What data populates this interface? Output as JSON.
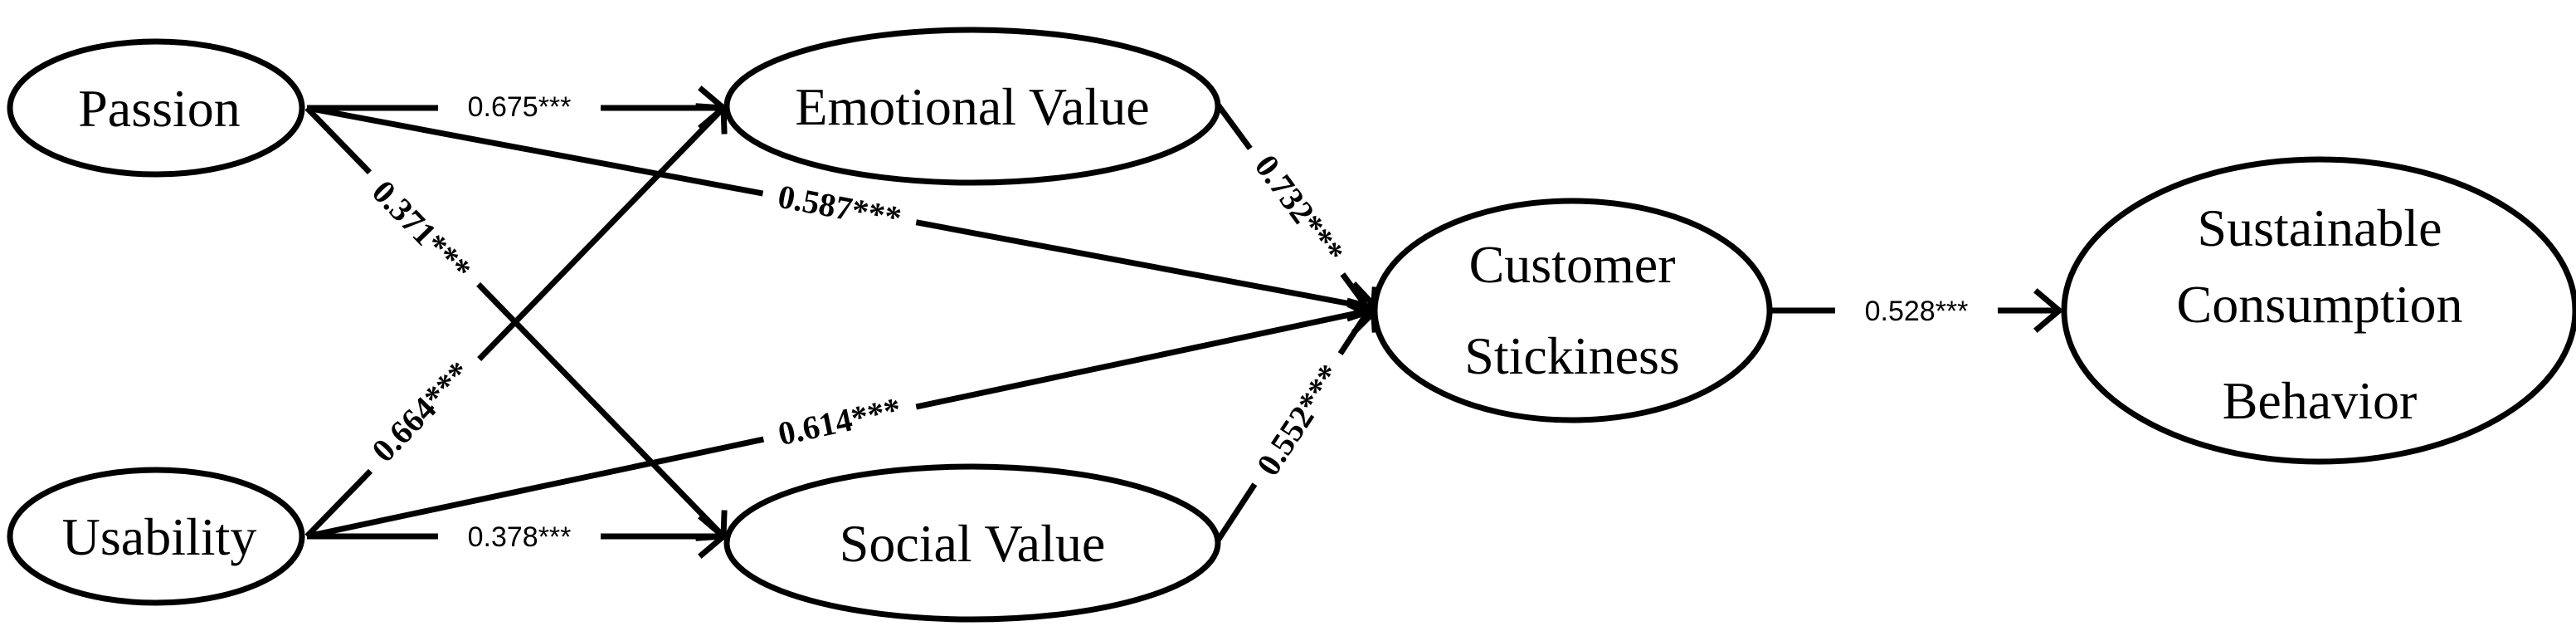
{
  "nodes": {
    "passion": "Passion",
    "usability": "Usability",
    "emotional_value": "Emotional Value",
    "social_value": "Social Value",
    "customer_stickiness": [
      "Customer",
      "Stickiness"
    ],
    "sustainable_consumption_behavior": [
      "Sustainable",
      "Consumption",
      "Behavior"
    ]
  },
  "paths": {
    "passion_emotional": "0.675***",
    "passion_social": "0.371***",
    "passion_stickiness": "0.587***",
    "usability_emotional": "0.664***",
    "usability_social": "0.378***",
    "usability_stickiness": "0.614***",
    "emotional_stickiness": "0.732***",
    "social_stickiness": "0.552***",
    "stickiness_behavior": "0.528***"
  },
  "colors": {
    "line": "#000000",
    "background": "#ffffff"
  }
}
